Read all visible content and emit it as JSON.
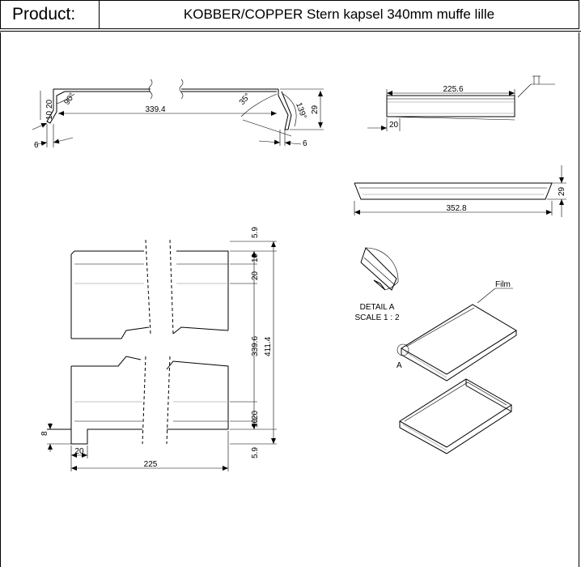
{
  "header": {
    "label": "Product:",
    "title": "KOBBER/COPPER Stern kapsel 340mm muffe lille"
  },
  "profile_view": {
    "dims": {
      "d10": "10",
      "d20": "20",
      "angle90": "90°",
      "d339_4": "339.4",
      "angle35": "35°",
      "angle139": "139°",
      "d29": "29",
      "d6_left": "6",
      "d6_right": "6"
    }
  },
  "top_right_view": {
    "dims": {
      "d225_6": "225.6",
      "d20": "20"
    }
  },
  "side_view": {
    "dims": {
      "d29": "29",
      "d352_8": "352.8"
    }
  },
  "plan_view": {
    "dims": {
      "d5_9_top": "5.9",
      "d10_top": "10",
      "d20_top": "20",
      "d339_6": "339.6",
      "d411_4": "411.4",
      "d20_bottom": "20",
      "d10_bottom": "10",
      "d5_9_bottom": "5.9",
      "d8": "8",
      "d20_left": "20",
      "d225": "225"
    }
  },
  "detail": {
    "label_line1": "DETAIL A",
    "label_line2": "SCALE 1 : 2",
    "callout": "A",
    "film_label": "Film"
  }
}
